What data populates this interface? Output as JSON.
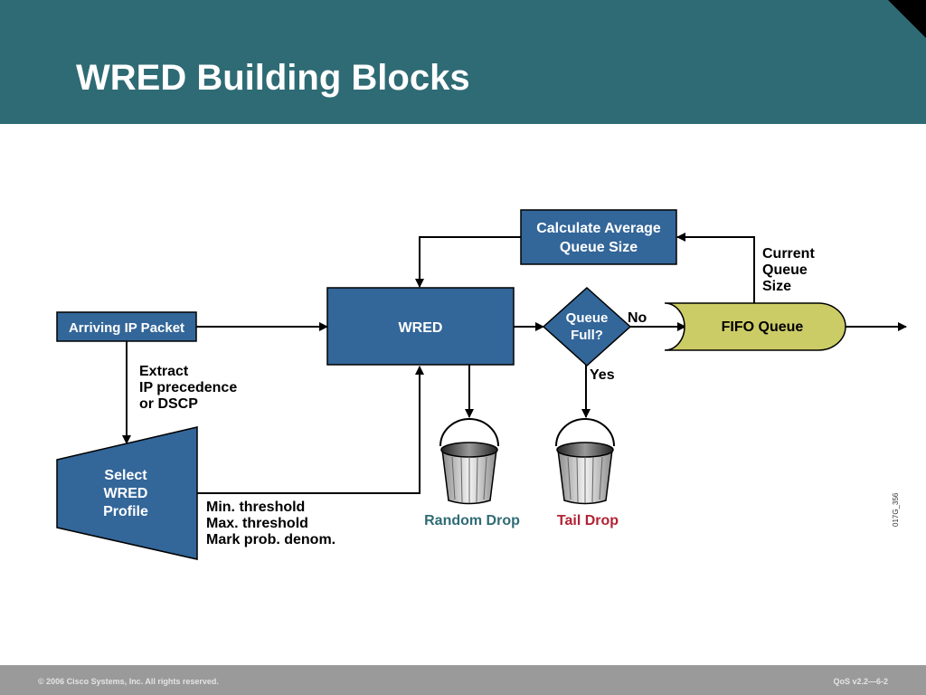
{
  "slide": {
    "title": "WRED Building Blocks",
    "footer_left": "© 2006 Cisco Systems, Inc. All rights reserved.",
    "footer_right": "QoS v2.2—6-2",
    "figure_code": "017G_356"
  },
  "diagram": {
    "arriving_packet": "Arriving IP Packet",
    "wred": "WRED",
    "calc_avg": [
      "Calculate Average",
      "Queue Size"
    ],
    "queue_full": [
      "Queue",
      "Full?"
    ],
    "fifo_queue": "FIFO Queue",
    "select_profile": [
      "Select",
      "WRED",
      "Profile"
    ],
    "extract": [
      "Extract",
      "IP precedence",
      "or DSCP"
    ],
    "current_queue_size": [
      "Current",
      "Queue",
      "Size"
    ],
    "thresholds": [
      "Min. threshold",
      "Max. threshold",
      "Mark prob. denom."
    ],
    "no_label": "No",
    "yes_label": "Yes",
    "random_drop": "Random Drop",
    "tail_drop": "Tail Drop"
  },
  "colors": {
    "header": "#2f6b75",
    "box": "#336699",
    "fifo": "#cccc66",
    "random_drop": "#2f6b75",
    "tail_drop": "#b22234",
    "footer": "#9a9a9a"
  }
}
